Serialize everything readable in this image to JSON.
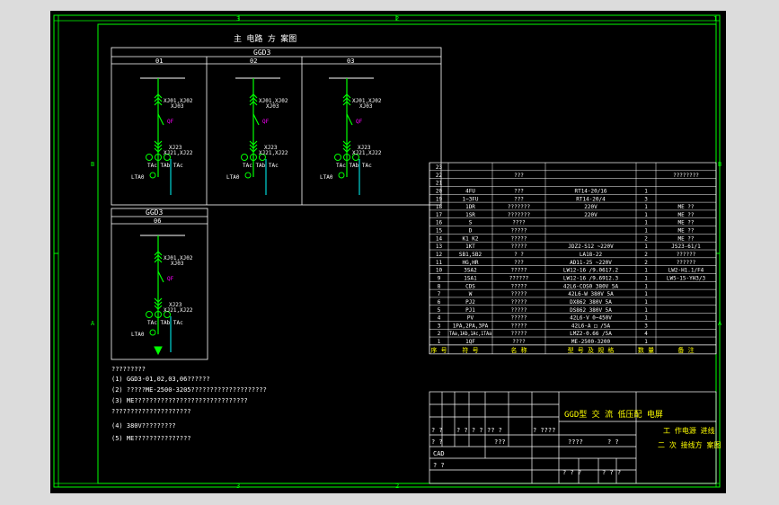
{
  "colors": {
    "frame": "#00ff00",
    "line": "#ffffff",
    "accent": "#00ffff",
    "breaker": "#ff00ff",
    "title_text": "#ffff00",
    "background": "#000000",
    "canvas": "#dcdcdc"
  },
  "frame": {
    "top_zones": [
      "3",
      "2",
      "1"
    ],
    "bottom_zones": [
      "3",
      "2"
    ],
    "left_zones": [
      "B",
      "A"
    ],
    "right_zones": [
      "B",
      "A"
    ]
  },
  "diagram": {
    "title": "主 电路 方 案图",
    "cabinet_top": "GGD3",
    "cabinet_bottom": "GGD3",
    "panels": [
      {
        "id": "01",
        "label_a": "XJ01,XJ02",
        "label_b": "XJ03",
        "breaker": "QF",
        "label_c": "XJ23",
        "label_d": "XJ21,XJ22",
        "ct": "TAc TAb TAc",
        "ct2": "LTA0"
      },
      {
        "id": "02",
        "label_a": "XJ01,XJ02",
        "label_b": "XJ03",
        "breaker": "QF",
        "label_c": "XJ23",
        "label_d": "XJ21,XJ22",
        "ct": "TAc TAb TAc",
        "ct2": "LTA0"
      },
      {
        "id": "03",
        "label_a": "XJ01,XJ02",
        "label_b": "XJ03",
        "breaker": "QF",
        "label_c": "XJ23",
        "label_d": "XJ21,XJ22",
        "ct": "TAc TAb TAc",
        "ct2": "LTA0"
      },
      {
        "id": "06",
        "label_a": "XJ01,XJ02",
        "label_b": "XJ03",
        "breaker": "QF",
        "label_c": "XJ23",
        "label_d": "XJ21,XJ22",
        "ct": "TAc TAb TAc",
        "ct2": "LTA0"
      }
    ]
  },
  "notes": {
    "heading": "?????????",
    "items": [
      "(1) GGD3-01,02,03,06??????",
      "(2) ?????ME-2500-3205????????????????????",
      "(3)  ME??????????????????????????????",
      "     ?????????????????????",
      "(4) 380V?????????",
      "(5) ME???????????????"
    ]
  },
  "parts_table": {
    "rows": [
      [
        "23",
        "",
        "",
        "",
        "",
        ""
      ],
      [
        "22",
        "",
        "???",
        "",
        "",
        "????????"
      ],
      [
        "21",
        "",
        "",
        "",
        "",
        ""
      ],
      [
        "20",
        "4FU",
        "???",
        "RT14-20/16",
        "1",
        ""
      ],
      [
        "19",
        "1~3FU",
        "???",
        "RT14-20/4",
        "3",
        ""
      ],
      [
        "18",
        "1DR",
        "???????",
        "220V",
        "1",
        "ME ??"
      ],
      [
        "17",
        "1SR",
        "???????",
        "220V",
        "1",
        "ME ??"
      ],
      [
        "16",
        "S",
        "????",
        "",
        "1",
        "ME ??"
      ],
      [
        "15",
        "D",
        "?????",
        "",
        "1",
        "ME ??"
      ],
      [
        "14",
        "K1 K2",
        "?????",
        "",
        "2",
        "ME ??"
      ],
      [
        "13",
        "1KT",
        "?????",
        "JDZ2-S12 ~220V",
        "1",
        "JS23-61/1"
      ],
      [
        "12",
        "SB1,SB2",
        "? ?",
        "LA18-22",
        "2",
        "??????"
      ],
      [
        "11",
        "HG,HR",
        "???",
        "AD11-25 ~220V",
        "2",
        "??????"
      ],
      [
        "10",
        "3SA2",
        "?????",
        "LW12-16 /9.0617.2",
        "1",
        "LW2-H1.1/F4"
      ],
      [
        "9",
        "1SA1",
        "??????",
        "LW12-16 /9.6912.3",
        "1",
        "LW5-15-YH3/3"
      ],
      [
        "8",
        "CDS",
        "?????",
        "42L6-COS0 380V 5A",
        "1",
        ""
      ],
      [
        "7",
        "W",
        "?????",
        "42L6-W 380V 5A",
        "1",
        ""
      ],
      [
        "6",
        "PJ2",
        "?????",
        "DX862 380V 5A",
        "1",
        ""
      ],
      [
        "5",
        "PJ1",
        "?????",
        "DS862 380V 5A",
        "1",
        ""
      ],
      [
        "4",
        "PV",
        "?????",
        "42L6-V 0~450V",
        "1",
        ""
      ],
      [
        "3",
        "1PA,2PA,3PA",
        "?????",
        "42L6-A □ /5A",
        "3",
        ""
      ],
      [
        "2",
        "TAa,1Ab,1Ac,1TAa",
        "?????",
        "LMZ2-0.66 /5A",
        "4",
        ""
      ],
      [
        "1",
        "1QF",
        "????",
        "ME-2500-3200",
        "1",
        ""
      ]
    ],
    "header": [
      "序 号",
      "符 号",
      "名 称",
      "型 号 及 规 格",
      "数 量",
      "备 注"
    ]
  },
  "title_block": {
    "doc_name": "GGD型 交 流 低压配 电屏",
    "line1": "工 作电源 进线",
    "line2": "二 次 接线方 案图",
    "cells": {
      "r1": "?  ?",
      "r1b": "?  ?  ?  ?",
      "r1c": "??  ?",
      "r1d": "?  ????",
      "r2": "?  ?",
      "r2b": "???",
      "r2c": "????",
      "r2d": "?  ?",
      "r3": "CAD",
      "r4": "?  ?",
      "r5": "?  ?  ?",
      "r5b": "?  ?  ?"
    }
  }
}
